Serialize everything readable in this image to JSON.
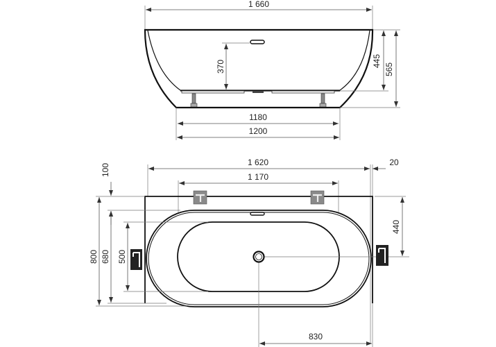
{
  "side_view": {
    "overall_length": "1 660",
    "overflow_height": "370",
    "inner_depth": "445",
    "total_height": "565",
    "base_inner_length": "1180",
    "base_length": "1200"
  },
  "top_view": {
    "length": "1 620",
    "wall_gap": "20",
    "faucet_spacing": "1 170",
    "rim_offset": "100",
    "width": "800",
    "rim_width": "680",
    "inner_width": "500",
    "drain_from_wall": "440",
    "drain_from_end": "830"
  },
  "colors": {
    "line": "#111111",
    "dimension": "#555555",
    "faucet_top": "#8a8a8a",
    "faucet_side": "#222222"
  }
}
